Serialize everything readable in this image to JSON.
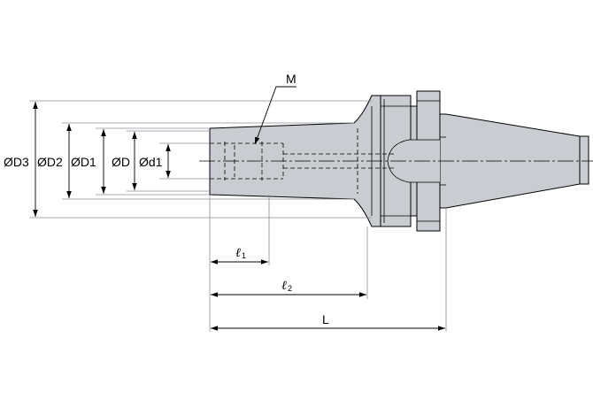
{
  "labels": {
    "d3": "ØD3",
    "d2": "ØD2",
    "d1": "ØD1",
    "d": "ØD",
    "d1_small": "Ød1",
    "m": "M",
    "l1_letter": "ℓ",
    "l1_sub": "1",
    "l2_letter": "ℓ",
    "l2_sub": "2",
    "l": "L"
  },
  "colors": {
    "body_fill": "#c9cdd2",
    "outline": "#000000",
    "extension": "#8a8f96"
  }
}
